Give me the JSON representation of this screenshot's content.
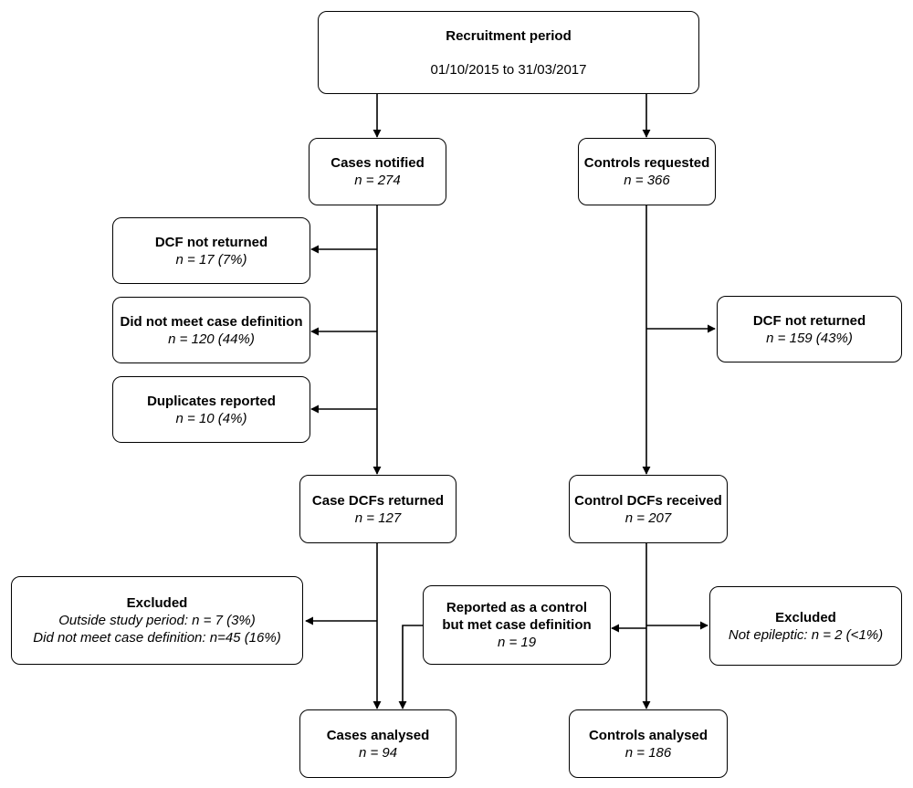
{
  "recruitment": {
    "title": "Recruitment period",
    "range": "01/10/2015  to 31/03/2017"
  },
  "cases_notified": {
    "title": "Cases notified",
    "count": "n = 274"
  },
  "controls_requested": {
    "title": "Controls requested",
    "count": "n = 366"
  },
  "case_dcf_not_returned": {
    "title": "DCF not returned",
    "count": "n = 17  (7%)"
  },
  "not_meet_definition": {
    "title": "Did not meet case definition",
    "count": "n = 120  (44%)"
  },
  "duplicates": {
    "title": "Duplicates reported",
    "count": "n = 10  (4%)"
  },
  "control_dcf_not_returned": {
    "title": "DCF not returned",
    "count": "n = 159  (43%)"
  },
  "case_dcfs_returned": {
    "title": "Case DCFs returned",
    "count": "n = 127"
  },
  "control_dcfs_received": {
    "title": "Control DCFs received",
    "count": "n = 207"
  },
  "cases_excluded": {
    "title": "Excluded",
    "line1": "Outside study period: n = 7  (3%)",
    "line2": "Did not meet case definition: n=45  (16%)"
  },
  "reported_as_control": {
    "line1": "Reported as a  control",
    "line2": "but met case definition",
    "count": "n = 19"
  },
  "controls_excluded": {
    "title": "Excluded",
    "line1": "Not epileptic: n = 2  (<1%)"
  },
  "cases_analysed": {
    "title": "Cases analysed",
    "count": "n = 94"
  },
  "controls_analysed": {
    "title": "Controls analysed",
    "count": "n = 186"
  }
}
